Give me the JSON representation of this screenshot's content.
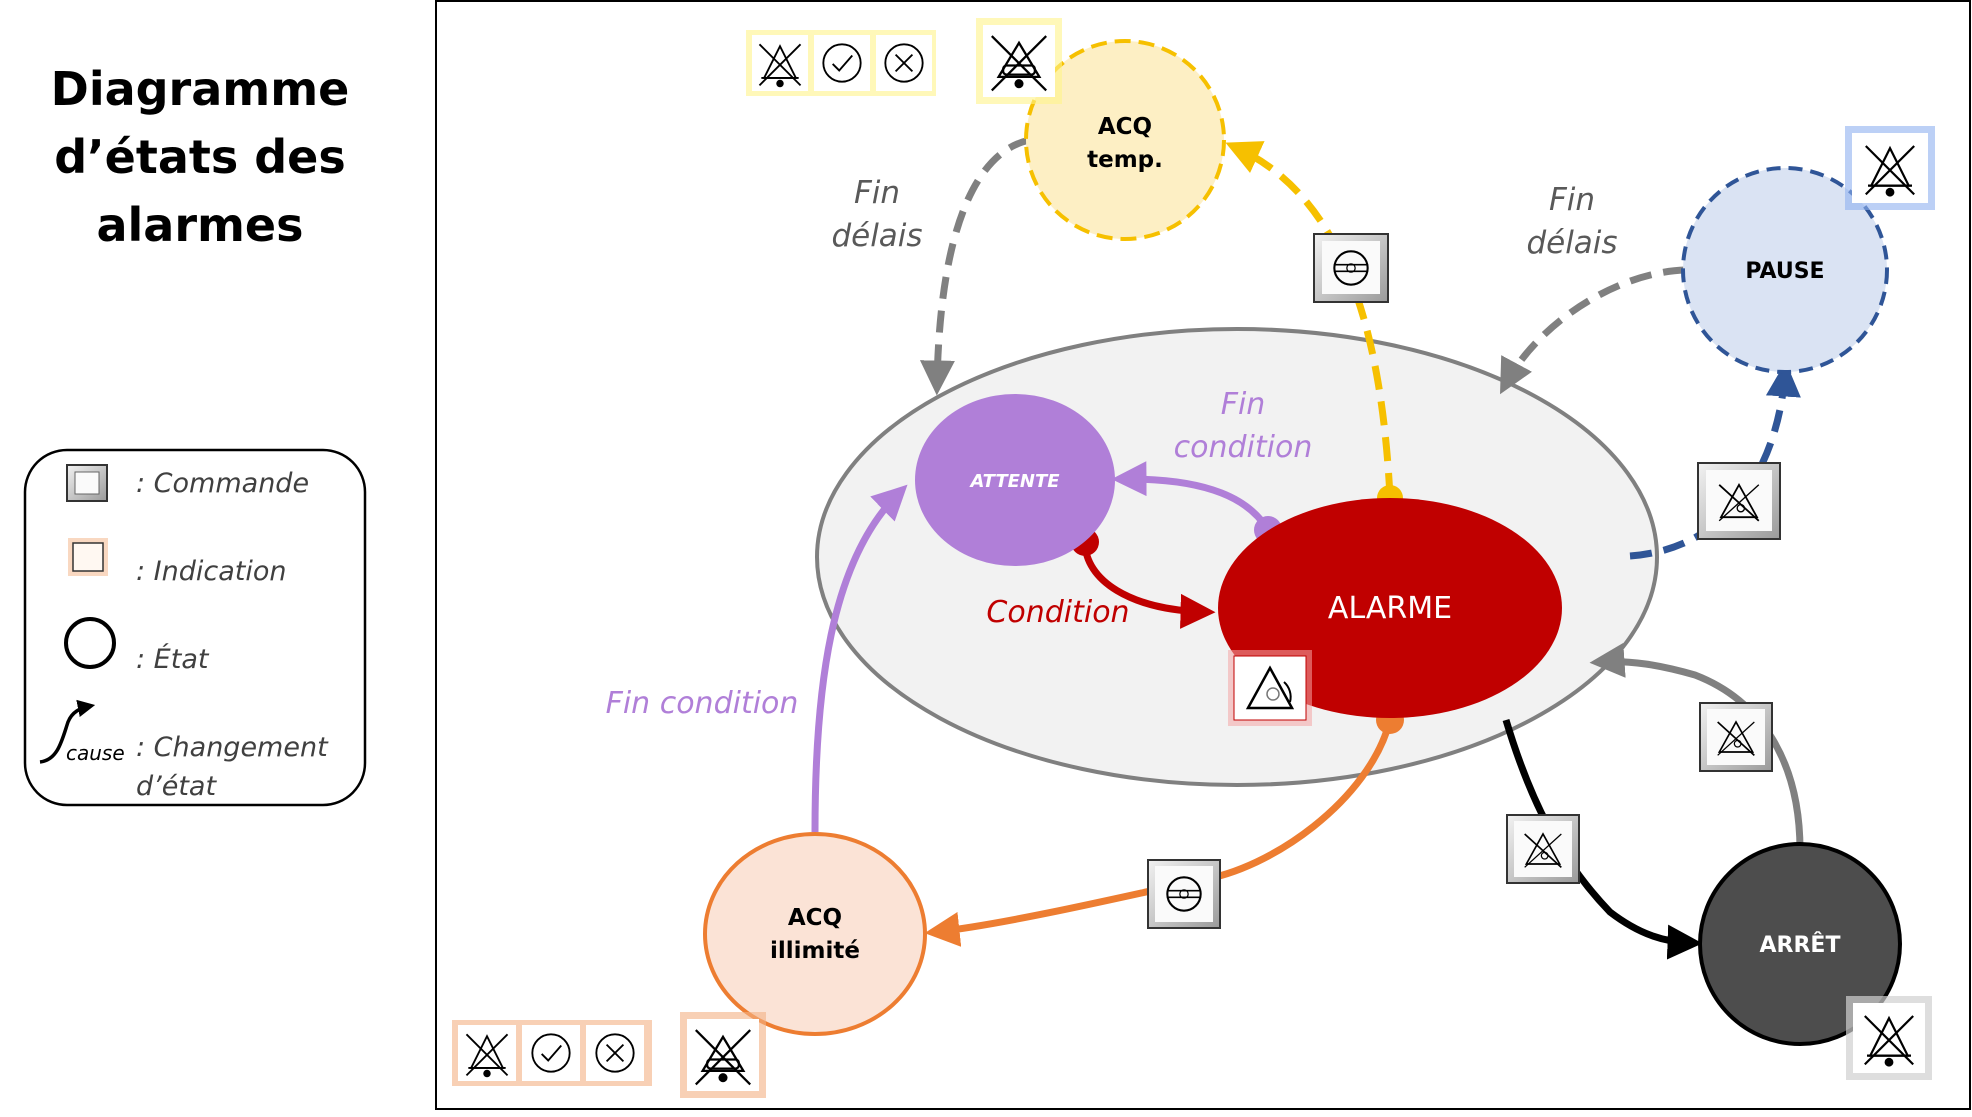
{
  "title": {
    "line1": "Diagramme",
    "line2": "d’états des",
    "line3": "alarmes"
  },
  "legend": {
    "command": ": Commande",
    "indication": ": Indication",
    "state": ": État",
    "cause": "cause",
    "transition_line1": ": Changement",
    "transition_line2": "d’état"
  },
  "states": {
    "acq_temp_line1": "ACQ",
    "acq_temp_line2": "temp.",
    "pause": "PAUSE",
    "attente": "ATTENTE",
    "alarme": "ALARME",
    "acq_illimite_line1": "ACQ",
    "acq_illimite_line2": "illimité",
    "arret": "ARRÊT"
  },
  "transitions": {
    "fin_delais_left_line1": "Fin",
    "fin_delais_left_line2": "délais",
    "fin_delais_right_line1": "Fin",
    "fin_delais_right_line2": "délais",
    "fin_condition_top_line1": "Fin",
    "fin_condition_top_line2": "condition",
    "condition": "Condition",
    "fin_condition_left": "Fin condition"
  },
  "colors": {
    "attente": "#b07fd8",
    "alarme": "#c00000",
    "acq_temp_fill": "#fdefc4",
    "acq_temp_stroke": "#f6c000",
    "pause_fill": "#dae3f3",
    "pause_stroke": "#2f5597",
    "acq_illimite_fill": "#fbe3d6",
    "acq_illimite_stroke": "#ed7d31",
    "arret": "#4d4d4d",
    "gray_arrow": "#808080"
  },
  "icons": {
    "command": "command-button-icon",
    "indication": "indication-icon",
    "state": "state-circle-icon",
    "transition": "transition-arrow-icon",
    "ack": "acknowledge-icon",
    "alarm_off": "alarm-off-icon",
    "bell_crossed": "bell-crossed-icon",
    "check": "check-icon",
    "cancel": "cancel-icon",
    "alarm_triangle": "alarm-triangle-icon"
  }
}
